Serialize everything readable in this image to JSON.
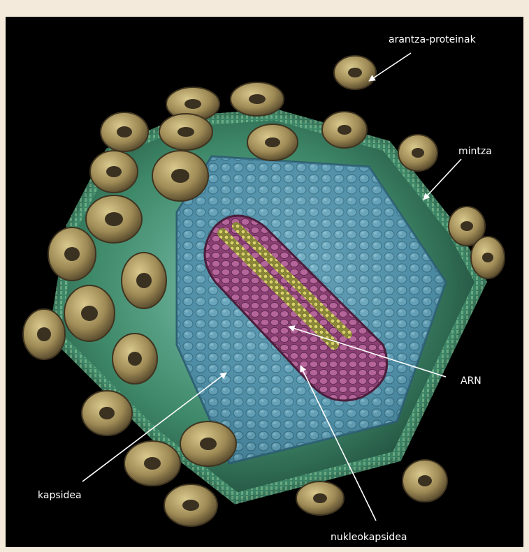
{
  "labels": {
    "spikes": "arantza-proteinak",
    "membrane": "mintza",
    "rna": "ARN",
    "capsid": "kapsidea",
    "nucleocapsid": "nukleokapsidea"
  },
  "colors": {
    "background": "#000000",
    "frame": "#f3eadb",
    "label": "#ffffff",
    "membrane": "#3f8a6a",
    "capsid": "#4f8ea6",
    "nucleocapsid": "#a04d86",
    "rna": "#c9c25a",
    "spike": "#8d7a4a"
  }
}
